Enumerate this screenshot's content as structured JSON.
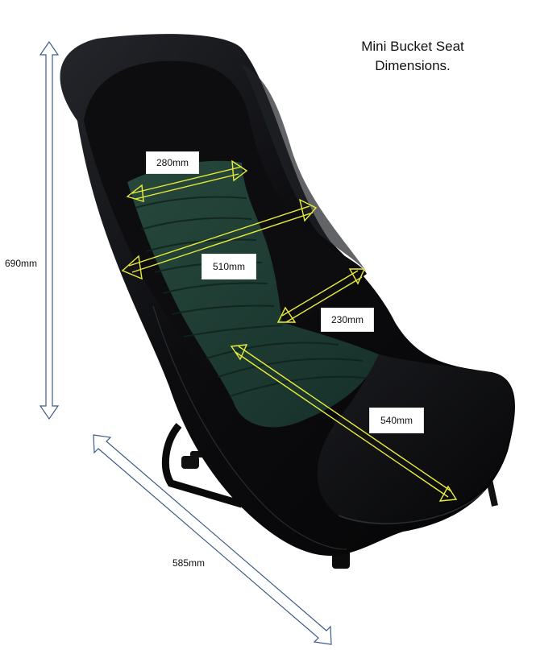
{
  "title": {
    "line1": "Mini Bucket Seat",
    "line2": "Dimensions."
  },
  "dimensions": {
    "height": "690mm",
    "depth": "585mm",
    "back_width": "280mm",
    "shoulder_width": "510mm",
    "seat_width": "230mm",
    "seat_length": "540mm"
  },
  "colors": {
    "seat_leather": "#0b0b0d",
    "seat_insert": "#1e3b31",
    "arrow_yellow": "#e9ec3a",
    "arrow_blue": "#3e5a86"
  }
}
